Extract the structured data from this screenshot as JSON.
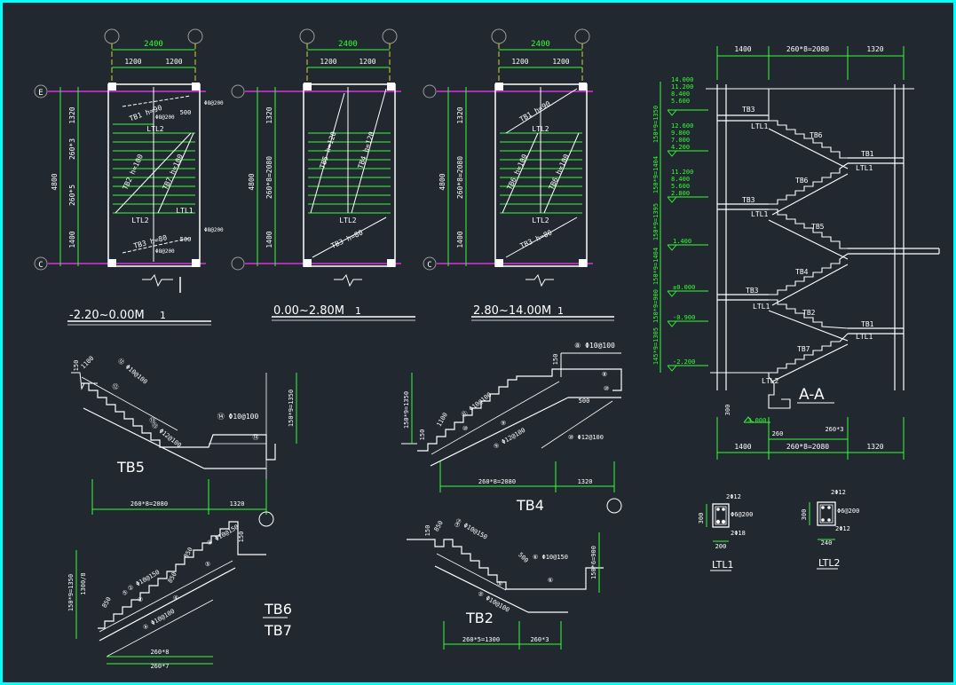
{
  "colors": {
    "background": "#212830",
    "frame": "#00ffff",
    "white": "#ffffff",
    "green": "#33ff33",
    "magenta": "#ff33ff",
    "yellow": "#ffff33",
    "grey": "#9a9a9a"
  },
  "plans": [
    {
      "id": "plan1",
      "title": "-2.20~0.00M",
      "scale": "1",
      "top_dims": [
        "2400",
        "1200",
        "1200"
      ],
      "side_dims": [
        "4800",
        "1320",
        "260*3",
        "260*5",
        "1400"
      ],
      "axis_labels": [
        "E",
        "C"
      ],
      "labels": [
        "TB1 h=90",
        "LTL2",
        "TB2 h=100",
        "TB7 h=100",
        "LTL2",
        "LTL1",
        "TB3 h=80",
        "500",
        "500",
        "Φ8@200",
        "Φ8@200",
        "Φ8@200",
        "Φ8@200"
      ]
    },
    {
      "id": "plan2",
      "title": "0.00~2.80M",
      "scale": "1",
      "top_dims": [
        "2400",
        "1200",
        "1200"
      ],
      "side_dims": [
        "4800",
        "1320",
        "260*8=2080",
        "1400"
      ],
      "axis_labels": [],
      "labels": [
        "TB5 h=120",
        "TB4 h=120",
        "LTL2",
        "TB3 h=80"
      ]
    },
    {
      "id": "plan3",
      "title": "2.80~14.00M",
      "scale": "1",
      "top_dims": [
        "2400",
        "1200",
        "1200"
      ],
      "side_dims": [
        "4800",
        "1320",
        "260*8=2080",
        "1400"
      ],
      "axis_labels": [
        "C"
      ],
      "labels": [
        "TB1 h=90",
        "LTL2",
        "TB6 h=100",
        "TB6 h=100",
        "LTL2",
        "TB3 h=80"
      ]
    }
  ],
  "section": {
    "title": "A-A",
    "top_dims": [
      "1400",
      "260*8=2080",
      "1320"
    ],
    "bottom_dims": [
      "1400",
      "260*8=2080",
      "1320"
    ],
    "small_dims": [
      "260",
      "260*3"
    ],
    "depth_dim": "300",
    "elevations_group1": [
      "14.000",
      "11.200",
      "8.400",
      "5.600"
    ],
    "elevations_group2": [
      "12.600",
      "9.800",
      "7.000",
      "4.200"
    ],
    "elevations_group3": [
      "11.200",
      "8.400",
      "5.600",
      "2.800"
    ],
    "elevations_single": [
      "1.400",
      "±0.000",
      "-0.900",
      "-2.200",
      "-3.000"
    ],
    "vertical_dims": [
      "150*9=1350",
      "150*9=1404",
      "150*9=1395",
      "150*9=1404",
      "150*9=900",
      "145*9=1305"
    ],
    "labels": [
      "TB3",
      "LTL1",
      "TB6",
      "TB1",
      "LTL1",
      "TB6",
      "TB3",
      "LTL1",
      "TB5",
      "TB4",
      "TB3",
      "LTL1",
      "TB2",
      "TB1",
      "LTL1",
      "TB7",
      "LTL2"
    ]
  },
  "details": {
    "tb5": {
      "title": "TB5",
      "rebar": [
        "⑫ Φ10@100",
        "⑬ Φ12@100",
        "⑭ Φ10@100"
      ],
      "circled": [
        "⑫",
        "⑬",
        "⑭"
      ],
      "dims": [
        "150",
        "1100",
        "150*9=1350",
        "260*8=2080",
        "1320"
      ]
    },
    "tb4": {
      "title": "TB4",
      "rebar": [
        "⑧ Φ10@100",
        "⑪ Φ10@100",
        "⑨ Φ12@100",
        "⑩ Φ12@100"
      ],
      "circled": [
        "⑧",
        "⑨",
        "⑩",
        "⑨",
        "⑩"
      ],
      "dims": [
        "150",
        "150*9=1350",
        "1100",
        "500",
        "260*8=2080",
        "1320",
        "150"
      ]
    },
    "tb6": {
      "title": "TB6",
      "title2": "TB7",
      "rebar": [
        "③ Φ10@150",
        "② Φ10@150",
        "④ Φ10@100"
      ],
      "circled": [
        "⑤",
        "④",
        "②",
        "⑤"
      ],
      "dims": [
        "150*9=1350",
        "1300/8",
        "850",
        "850",
        "850",
        "150",
        "260*8",
        "260*7"
      ]
    },
    "tb2": {
      "title": "TB2",
      "rebar": [
        "⑦ Φ10@150",
        "⑥ Φ10@150",
        "⑤ Φ10@100"
      ],
      "circled": [
        "⑤",
        "⑥",
        "⑦"
      ],
      "dims": [
        "850",
        "150",
        "500",
        "150*6=900",
        "260*5=1300",
        "260*3"
      ]
    }
  },
  "beams": [
    {
      "title": "LTL1",
      "top_bar": "2Φ12",
      "stirrup": "Φ6@200",
      "bottom_bar": "2Φ18",
      "depth": "300",
      "width": "200"
    },
    {
      "title": "LTL2",
      "top_bar": "2Φ12",
      "stirrup": "Φ6@200",
      "bottom_bar": "2Φ12",
      "depth": "300",
      "width": "240"
    }
  ]
}
